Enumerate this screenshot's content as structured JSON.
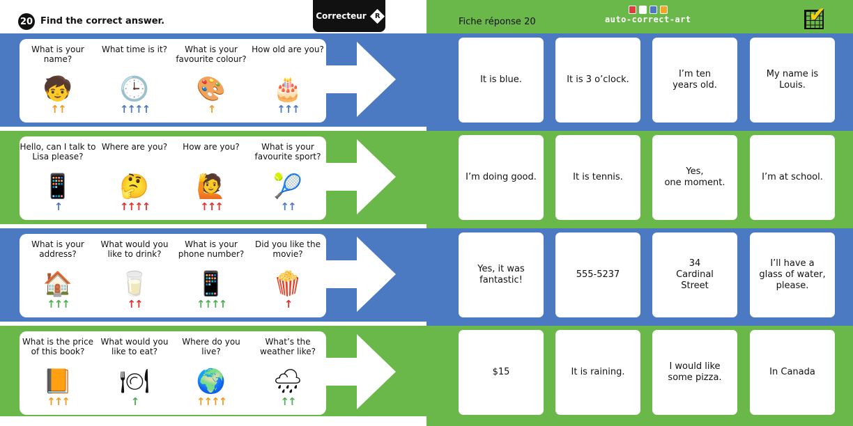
{
  "header": {
    "number": "20",
    "instruction": "Find the correct answer.",
    "correcteur_label": "Correcteur",
    "correcteur_badge": "R"
  },
  "answer_sheet": {
    "title": "Fiche réponse 20",
    "brand": "auto-correct-art",
    "brand_colors": [
      "#e23b3b",
      "#ffffff",
      "#4c7ac2",
      "#f5a623"
    ]
  },
  "colors": {
    "blue": "#4c7ac2",
    "green": "#6ab84a",
    "orange": "#f39a1e",
    "blue_arrow": "#4c7ac2",
    "red": "#e0302f",
    "green_arrow": "#4caf50"
  },
  "rows": [
    {
      "color": "blue",
      "questions": [
        {
          "text": "What is your name?",
          "icon": "boy-icon",
          "glyph": "🧒",
          "arrows": "↑↑",
          "arrow_color": "#f39a1e"
        },
        {
          "text": "What time is it?",
          "icon": "clock-icon",
          "glyph": "🕒",
          "arrows": "↑↑↑↑",
          "arrow_color": "#4c7ac2"
        },
        {
          "text": "What is your favourite colour?",
          "icon": "palette-icon",
          "glyph": "🎨",
          "arrows": "↑",
          "arrow_color": "#f39a1e"
        },
        {
          "text": "How old are you?",
          "icon": "birthday-cake-icon",
          "glyph": "🎂",
          "arrows": "↑↑↑",
          "arrow_color": "#4c7ac2"
        }
      ],
      "answers": [
        "It is blue.",
        "It is 3 o’clock.",
        "I’m ten\nyears old.",
        "My name is\nLouis."
      ]
    },
    {
      "color": "green",
      "questions": [
        {
          "text": "Hello, can I talk to Lisa please?",
          "icon": "phone-icon",
          "glyph": "📱",
          "arrows": "↑",
          "arrow_color": "#4c7ac2"
        },
        {
          "text": "Where are you?",
          "icon": "confused-man-icon",
          "glyph": "🤔",
          "arrows": "↑↑↑↑",
          "arrow_color": "#e0302f"
        },
        {
          "text": "How are you?",
          "icon": "waving-girl-icon",
          "glyph": "🙋",
          "arrows": "↑↑↑",
          "arrow_color": "#e0302f"
        },
        {
          "text": "What is your favourite sport?",
          "icon": "tennis-racket-icon",
          "glyph": "🎾",
          "arrows": "↑↑",
          "arrow_color": "#4c7ac2"
        }
      ],
      "answers": [
        "I’m doing good.",
        "It is tennis.",
        "Yes,\none moment.",
        "I’m at school."
      ]
    },
    {
      "color": "blue",
      "questions": [
        {
          "text": "What is your address?",
          "icon": "house-icon",
          "glyph": "🏠",
          "arrows": "↑↑↑",
          "arrow_color": "#4caf50"
        },
        {
          "text": "What would you like to drink?",
          "icon": "glass-of-water-icon",
          "glyph": "🥛",
          "arrows": "↑↑",
          "arrow_color": "#e0302f"
        },
        {
          "text": "What is your phone number?",
          "icon": "smartphone-icon",
          "glyph": "📱",
          "arrows": "↑↑↑↑",
          "arrow_color": "#4caf50"
        },
        {
          "text": "Did you like the movie?",
          "icon": "popcorn-icon",
          "glyph": "🍿",
          "arrows": "↑",
          "arrow_color": "#e0302f"
        }
      ],
      "answers": [
        "Yes, it was\nfantastic!",
        "555-5237",
        "34\nCardinal\nStreet",
        "I’ll have a\nglass of water,\nplease."
      ]
    },
    {
      "color": "green",
      "questions": [
        {
          "text": "What is the price of this book?",
          "icon": "book-and-cash-register-icon",
          "glyph": "📙",
          "arrows": "↑↑↑",
          "arrow_color": "#f39a1e"
        },
        {
          "text": "What would you like to eat?",
          "icon": "plate-and-cutlery-icon",
          "glyph": "🍽",
          "arrows": "↑",
          "arrow_color": "#4caf50"
        },
        {
          "text": "Where do you live?",
          "icon": "globe-icon",
          "glyph": "🌍",
          "arrows": "↑↑↑↑",
          "arrow_color": "#f39a1e"
        },
        {
          "text": "What’s the weather like?",
          "icon": "rain-cloud-icon",
          "glyph": "🌧",
          "arrows": "↑↑",
          "arrow_color": "#4caf50"
        }
      ],
      "answers": [
        "$15",
        "It is raining.",
        "I would like\nsome pizza.",
        "In Canada"
      ]
    }
  ]
}
